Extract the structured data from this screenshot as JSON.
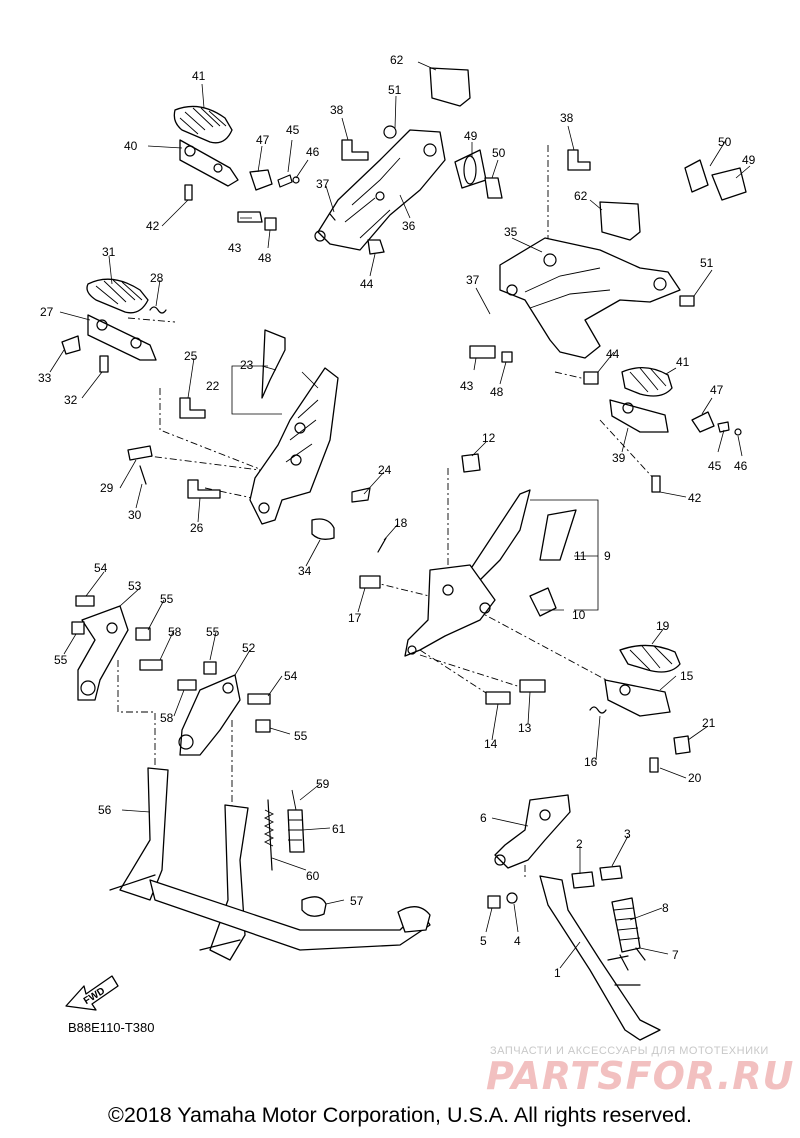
{
  "callouts": [
    "1",
    "2",
    "3",
    "4",
    "5",
    "6",
    "7",
    "8",
    "9",
    "10",
    "11",
    "12",
    "13",
    "14",
    "15",
    "16",
    "17",
    "18",
    "19",
    "20",
    "21",
    "22",
    "23",
    "24",
    "25",
    "26",
    "27",
    "28",
    "29",
    "30",
    "31",
    "32",
    "33",
    "34",
    "35",
    "36",
    "37",
    "38",
    "39",
    "40",
    "41",
    "42",
    "43",
    "44",
    "45",
    "46",
    "47",
    "48",
    "49",
    "50",
    "51",
    "52",
    "53",
    "54",
    "55",
    "56",
    "57",
    "58",
    "59",
    "60",
    "61",
    "62"
  ],
  "fwd_arrow": "FWD",
  "diagram_code": "B88E110-T380",
  "watermark": {
    "tagline": "ЗАПЧАСТИ И АКСЕССУАРЫ ДЛЯ МОТОТЕХНИКИ",
    "logo": "PARTSFOR.RU"
  },
  "copyright": "©2018 Yamaha Motor Corporation, U.S.A. All rights reserved."
}
